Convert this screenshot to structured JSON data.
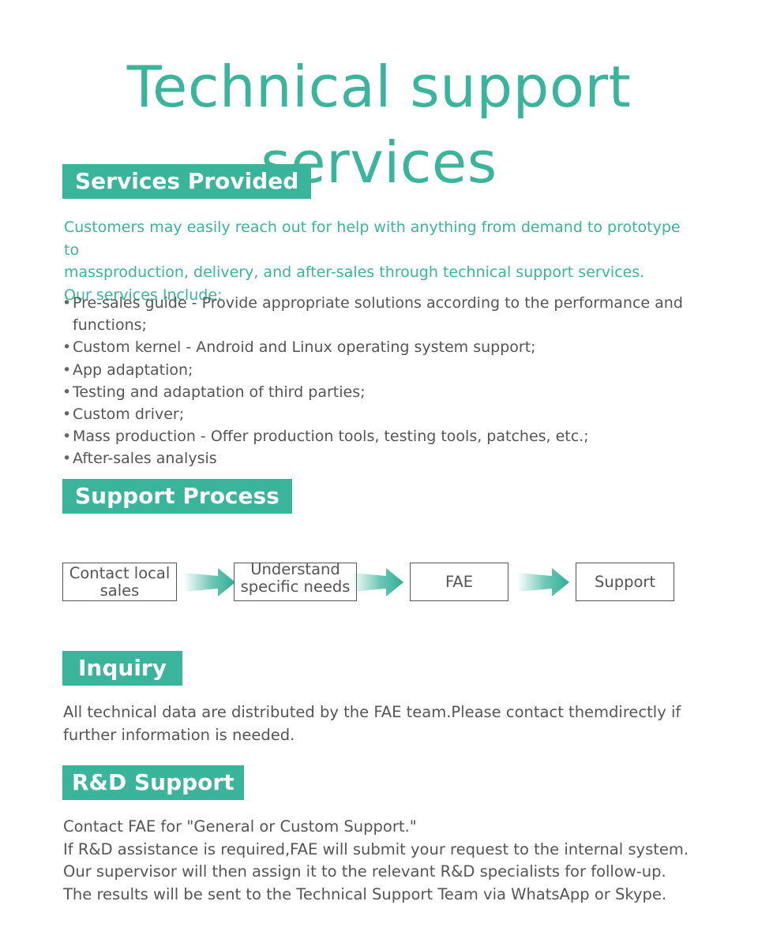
{
  "title": "Technical support services",
  "services": {
    "heading": "Services Provided",
    "intro_lines": [
      "Customers may easily reach out for help with anything from demand to prototype to",
      "massproduction, delivery, and after-sales through technical support services.",
      "Our services Include:"
    ],
    "bullet": "•",
    "items": [
      "Pre-sales guide - Provide appropriate solutions according to the performance and functions;",
      "Custom kernel - Android and Linux operating system support;",
      "App adaptation;",
      "Testing and adaptation of third parties;",
      "Custom driver;",
      "Mass production - Offer production tools, testing tools, patches, etc.;",
      "After-sales analysis"
    ]
  },
  "process": {
    "heading": "Support Process",
    "steps": [
      {
        "line1": "Contact local",
        "line2": "sales"
      },
      {
        "line1": "Understand",
        "line2": "specific needs"
      },
      {
        "line1": "FAE",
        "line2": ""
      },
      {
        "line1": "Support",
        "line2": ""
      }
    ]
  },
  "inquiry": {
    "heading": "Inquiry",
    "lines": [
      "All technical data are distributed by the FAE team.Please contact themdirectly if",
      "further information is needed."
    ]
  },
  "rd": {
    "heading": "R&D Support",
    "lines": [
      "Contact FAE for \"General or Custom Support.\"",
      "If R&D assistance is required,FAE will submit your request to the internal system.",
      "Our supervisor will then assign it to the relevant R&D specialists for follow-up.",
      "The results will be sent to the Technical Support Team via WhatsApp or Skype."
    ]
  },
  "colors": {
    "accent": "#3bb49c",
    "text": "#555555"
  }
}
